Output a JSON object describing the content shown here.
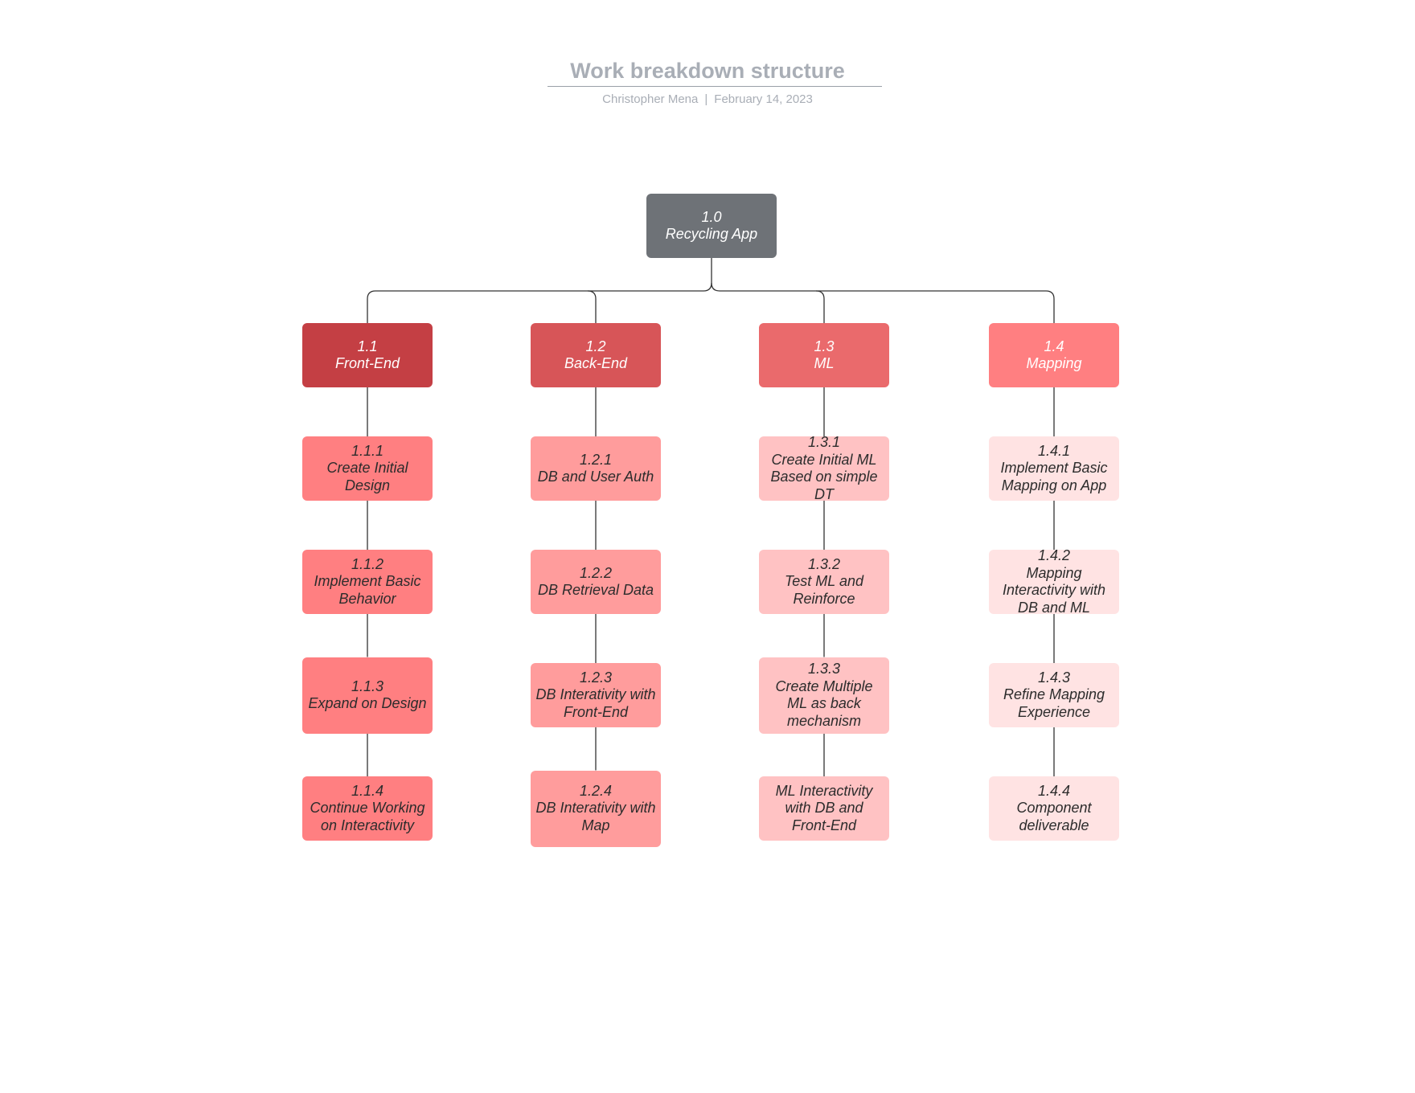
{
  "header": {
    "title": "Work breakdown structure",
    "author": "Christopher Mena",
    "separator": "|",
    "date": "February 14, 2023"
  },
  "colors": {
    "root": "#6e7277",
    "level1": [
      "#c43f44",
      "#d75558",
      "#ea6a6c",
      "#ff7f81"
    ],
    "connector": "#333333"
  },
  "wbs": {
    "root": {
      "id": "1.0",
      "label": "Recycling App"
    },
    "branches": [
      {
        "id": "1.1",
        "label": "Front-End",
        "tasks": [
          {
            "id": "1.1.1",
            "label": "Create Initial Design"
          },
          {
            "id": "1.1.2",
            "label": "Implement Basic Behavior"
          },
          {
            "id": "1.1.3",
            "label": "Expand on Design"
          },
          {
            "id": "1.1.4",
            "label": "Continue Working on Interactivity"
          }
        ]
      },
      {
        "id": "1.2",
        "label": "Back-End",
        "tasks": [
          {
            "id": "1.2.1",
            "label": "DB and User Auth"
          },
          {
            "id": "1.2.2",
            "label": "DB Retrieval Data"
          },
          {
            "id": "1.2.3",
            "label": "DB Interativity with Front-End"
          },
          {
            "id": "1.2.4",
            "label": "DB Interativity with Map"
          }
        ]
      },
      {
        "id": "1.3",
        "label": "ML",
        "tasks": [
          {
            "id": "1.3.1",
            "label": "Create Initial ML Based on simple DT"
          },
          {
            "id": "1.3.2",
            "label": "Test ML and Reinforce"
          },
          {
            "id": "1.3.3",
            "label": "Create Multiple ML as back mechanism"
          },
          {
            "id": "",
            "label": "ML Interactivity with DB and Front-End"
          }
        ]
      },
      {
        "id": "1.4",
        "label": "Mapping",
        "tasks": [
          {
            "id": "1.4.1",
            "label": "Implement Basic Mapping on App"
          },
          {
            "id": "1.4.2",
            "label": "Mapping Interactivity with DB and ML"
          },
          {
            "id": "1.4.3",
            "label": "Refine Mapping Experience"
          },
          {
            "id": "1.4.4",
            "label": "Component deliverable"
          }
        ]
      }
    ]
  }
}
